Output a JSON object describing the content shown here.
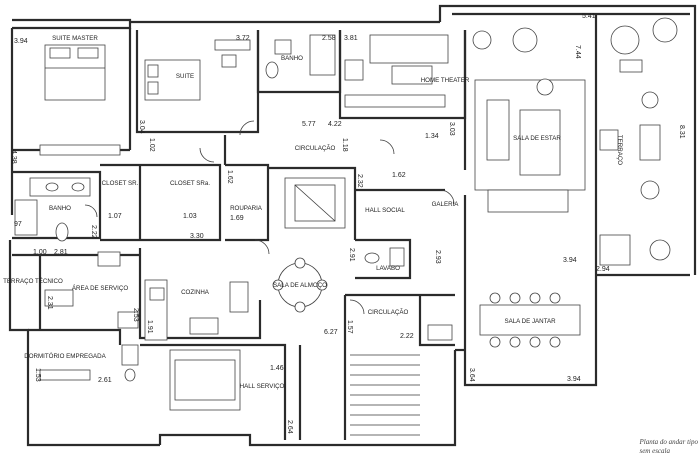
{
  "rooms": {
    "suite_master": "SUITE MASTER",
    "suite": "SUITE",
    "banho_top": "BANHO",
    "home_theater": "HOME THEATER",
    "sala_estar": "SALA DE ESTAR",
    "terraco": "TERRAÇO",
    "circulacao_top": "CIRCULAÇÃO",
    "closet_sr": "CLOSET SR.",
    "closet_sra": "CLOSET SRa.",
    "banho_left": "BANHO",
    "rouparia": "ROUPARIA",
    "hall_social": "HALL SOCIAL",
    "galeria": "GALERIA",
    "lavabo": "LAVABO",
    "terraco_tecnico": "TERRAÇO TÉCNICO",
    "area_servico": "ÁREA DE SERVIÇO",
    "cozinha": "COZINHA",
    "sala_almoco": "SALA DE ALMOÇO",
    "circulacao_mid": "CIRCULAÇÃO",
    "sala_jantar": "SALA DE JANTAR",
    "dormitorio": "DORMITÓRIO EMPREGADA",
    "hall_servico": "HALL SERVIÇO"
  },
  "dimensions": {
    "d1": "3.94",
    "d2": "3.72",
    "d3": "2.58",
    "d4": "3.81",
    "d5": "5.41",
    "d6": "7.44",
    "d7": "3.04",
    "d8": "5.77",
    "d9": "4.22",
    "d10": "3.03",
    "d11": "1.34",
    "d12": "8.31",
    "d13": "4.38",
    "d14": "1.02",
    "d15": "1.18",
    "d16": "1.62",
    "d17": "2.32",
    "d18": "1.62",
    "d19": "1.07",
    "d20": "1.03",
    "d21": "1.69",
    "d22": "3.30",
    "d23": "2.22",
    "d24": "97",
    "d25": "1.00",
    "d26": "2.81",
    "d27": "2.91",
    "d28": "3.94",
    "d29": "2.94",
    "d30": "2.31",
    "d31": "2.53",
    "d32": "1.91",
    "d33": "6.27",
    "d34": "1.57",
    "d35": "2.22",
    "d36": "1.53",
    "d37": "2.61",
    "d38": "1.46",
    "d39": "3.64",
    "d40": "3.94",
    "d41": "2.64",
    "d42": "2.93"
  },
  "caption": {
    "line1": "Planta do andar tipo",
    "line2": "sem escala"
  }
}
